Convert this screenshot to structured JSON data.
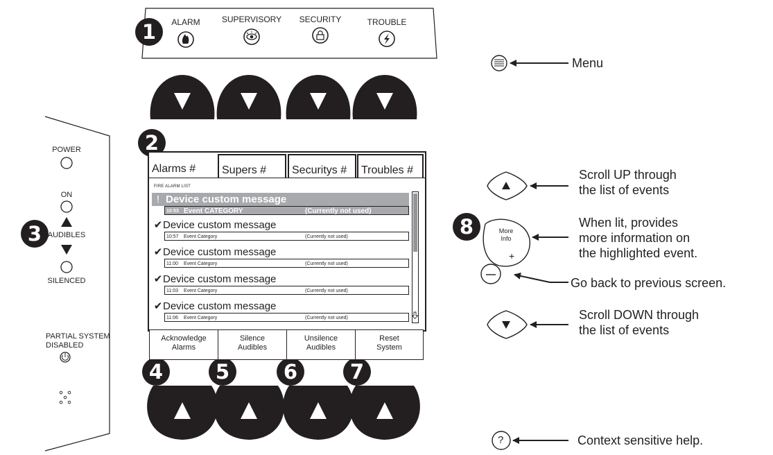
{
  "top_panel": {
    "items": [
      {
        "label": "ALARM",
        "icon": "flame-icon"
      },
      {
        "label": "SUPERVISORY",
        "icon": "eye-icon"
      },
      {
        "label": "SECURITY",
        "icon": "padlock-icon"
      },
      {
        "label": "TROUBLE",
        "icon": "lightning-icon"
      }
    ]
  },
  "callouts": [
    "1",
    "2",
    "3",
    "4",
    "5",
    "6",
    "7",
    "8"
  ],
  "left_panel": {
    "power": "POWER",
    "on": "ON",
    "audibles": "AUDIBLES",
    "silenced": "SILENCED",
    "partial_line1": "PARTIAL SYSTEM",
    "partial_line2": "DISABLED"
  },
  "lcd": {
    "tabs": [
      "Alarms #",
      "Supers #",
      "Securitys #",
      "Troubles #"
    ],
    "list_header": "FIRE ALARM LIST",
    "events": [
      {
        "mark": "!",
        "message": "Device custom message",
        "time": "10:53",
        "category": "Event CATEGORY",
        "extra": "(Currently not used)",
        "highlighted": true
      },
      {
        "mark": "✔",
        "message": "Device custom message",
        "time": "10:57",
        "category": "Event Category",
        "extra": "(Currently not used)",
        "highlighted": false
      },
      {
        "mark": "✔",
        "message": "Device custom message",
        "time": "11:00",
        "category": "Event Category",
        "extra": "(Currently not used)",
        "highlighted": false
      },
      {
        "mark": "✔",
        "message": "Device custom message",
        "time": "11:03",
        "category": "Event Category",
        "extra": "(Currently not used)",
        "highlighted": false
      },
      {
        "mark": "✔",
        "message": "Device custom message",
        "time": "11:06",
        "category": "Event Category",
        "extra": "(Currently not used)",
        "highlighted": false
      }
    ],
    "softkeys": [
      {
        "line1": "Acknowledge",
        "line2": "Alarms"
      },
      {
        "line1": "Silence",
        "line2": "Audibles"
      },
      {
        "line1": "Unsilence",
        "line2": "Audibles"
      },
      {
        "line1": "Reset",
        "line2": "System"
      }
    ]
  },
  "more_info": {
    "line1": "More",
    "line2": "Info"
  },
  "annotations": {
    "menu": "Menu",
    "scroll_up_1": "Scroll UP through",
    "scroll_up_2": "the list of events",
    "when_lit_1": "When lit, provides",
    "when_lit_2": "more information on",
    "when_lit_3": "the highlighted event.",
    "go_back": "Go back to previous screen.",
    "scroll_down_1": "Scroll DOWN through",
    "scroll_down_2": "the list of events",
    "help": "Context sensitive help."
  },
  "colors": {
    "ink": "#231f20",
    "highlight": "#a7a9ac",
    "scrollbar": "#939598"
  }
}
